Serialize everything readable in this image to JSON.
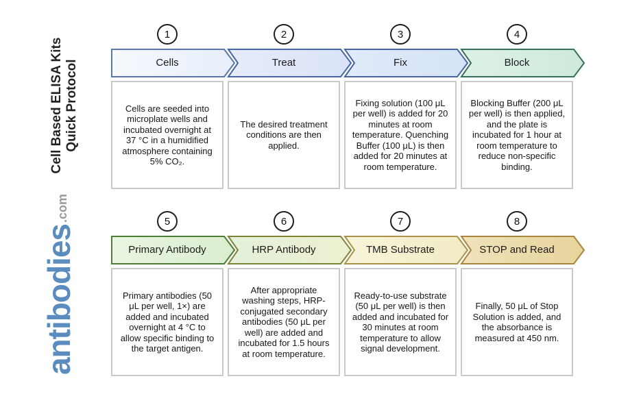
{
  "page": {
    "background": "#ffffff"
  },
  "sidebar": {
    "title_line1": "Cell Based ELISA Kits",
    "title_line2": "Quick Protocol",
    "brand": {
      "name": "antibodies",
      "suffix": ".com",
      "name_color": "#5b8cc0",
      "suffix_color": "#9a9a9a"
    }
  },
  "steps": [
    {
      "number": "1",
      "label": "Cells",
      "description": "Cells are seeded into microplate wells and incubated overnight at 37 °C in a humidified atmosphere containing 5% CO₂.",
      "colors": {
        "border": "#5878ab",
        "fill_start": "#f6f9fd",
        "fill_end": "#e7eefa"
      }
    },
    {
      "number": "2",
      "label": "Treat",
      "description": "The desired treatment conditions are then applied.",
      "colors": {
        "border": "#4466aa",
        "fill_start": "#e7ecfa",
        "fill_end": "#d9e2f7"
      }
    },
    {
      "number": "3",
      "label": "Fix",
      "description": "Fixing solution (100 μL per well) is added for 20 minutes at room temperature. Quenching Buffer (100 μL) is then added for 20 minutes at room temperature.",
      "colors": {
        "border": "#46659e",
        "fill_start": "#e0eafa",
        "fill_end": "#d4e3f6"
      }
    },
    {
      "number": "4",
      "label": "Block",
      "description": "Blocking Buffer (200 μL per well) is then applied, and the plate is incubated for 1 hour at room temperature to reduce non-specific binding.",
      "colors": {
        "border": "#39705a",
        "fill_start": "#ddf2e6",
        "fill_end": "#cde9da"
      }
    },
    {
      "number": "5",
      "label": "Primary Antibody",
      "description": "Primary antibodies (50 μL per well, 1×) are added and incubated overnight at 4 °C to allow specific binding to the target antigen.",
      "colors": {
        "border": "#4c7c35",
        "fill_start": "#e9f5e1",
        "fill_end": "#daeecf"
      }
    },
    {
      "number": "6",
      "label": "HRP Antibody",
      "description": "After appropriate washing steps, HRP-conjugated secondary antibodies (50 μL per well) are added and incubated for 1.5 hours at room temperature.",
      "colors": {
        "border": "#7d8534",
        "fill_start": "#e4f0d9",
        "fill_end": "#edf1d0"
      }
    },
    {
      "number": "7",
      "label": "TMB Substrate",
      "description": "Ready-to-use substrate (50 μL per well) is then added and incubated for 30 minutes at room temperature to allow signal development.",
      "colors": {
        "border": "#a9924a",
        "fill_start": "#f8f4da",
        "fill_end": "#f1ecc4"
      }
    },
    {
      "number": "8",
      "label": "STOP and Read",
      "description": "Finally, 50 μL of Stop Solution is added, and the absorbance is measured at 450 nm.",
      "colors": {
        "border": "#a8853e",
        "fill_start": "#f0e2bb",
        "fill_end": "#e6d49b"
      }
    }
  ]
}
